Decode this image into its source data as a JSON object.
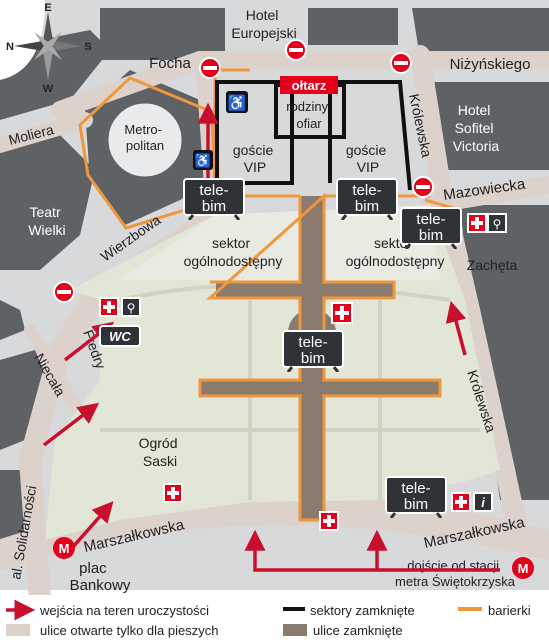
{
  "compass": {
    "n": "N",
    "s": "S",
    "e": "E",
    "w": "W"
  },
  "streets": {
    "hotel_europejski": [
      "Hotel",
      "Europejski"
    ],
    "focha": "Focha",
    "nizynskiego": "Niżyńskiego",
    "moliera": "Moliera",
    "metropolitan": [
      "Metro-",
      "politan"
    ],
    "teatr_wielki": [
      "Teatr",
      "Wielki"
    ],
    "wierzbowa": "Wierzbowa",
    "krolewska_top": "Królewska",
    "hotel_sofitel": [
      "Hotel",
      "Sofitel",
      "Victoria"
    ],
    "mazowiecka": "Mazowiecka",
    "zacheta": "Zachęta",
    "fredry": "Fredry",
    "nieciala": "Niecała",
    "krolewska_right": "Królewska",
    "ogrod_saski": [
      "Ogród",
      "Saski"
    ],
    "marszalkowska_left": "Marszałkowska",
    "marszalkowska_right": "Marszałkowska",
    "al_solidarnosci": "al. Solidarności",
    "plac_bankowy": [
      "plac",
      "Bankowy"
    ],
    "metro_walk": [
      "dojście od stacji",
      "metra Świętokrzyska"
    ]
  },
  "zones": {
    "oltarz": "ołtarz",
    "rodziny_ofiar": [
      "rodziny",
      "ofiar"
    ],
    "goscie_vip_left": [
      "goście",
      "VIP"
    ],
    "goscie_vip_right": [
      "goście",
      "VIP"
    ],
    "sektor_left": [
      "sektor",
      "ogólnodostępny"
    ],
    "sektor_right": [
      "sektor",
      "ogólnodostępny"
    ]
  },
  "screens": {
    "telebim_1": [
      "tele-",
      "bim"
    ],
    "telebim_2": [
      "tele-",
      "bim"
    ],
    "telebim_3": [
      "tele-",
      "bim"
    ],
    "telebim_4": [
      "tele-",
      "bim"
    ],
    "telebim_5": [
      "tele-",
      "bim"
    ]
  },
  "facilities": {
    "wc": "WC",
    "info": "i",
    "metro": "M"
  },
  "legend": {
    "entrances": "wejścia na teren uroczystości",
    "closed_sectors": "sektory zamknięte",
    "barriers": "barierki",
    "pedestrian_streets": "ulice otwarte tylko dla pieszych",
    "closed_streets": "ulice zamknięte"
  },
  "colors": {
    "entry_arrow": "#c8102e",
    "barrier": "#f0963c",
    "closed_street": "#8b7a6e",
    "pedestrian_street": "#ddd1cc",
    "park": "#e2e6d6",
    "building": "#5f6366",
    "sector_black": "#111111"
  }
}
